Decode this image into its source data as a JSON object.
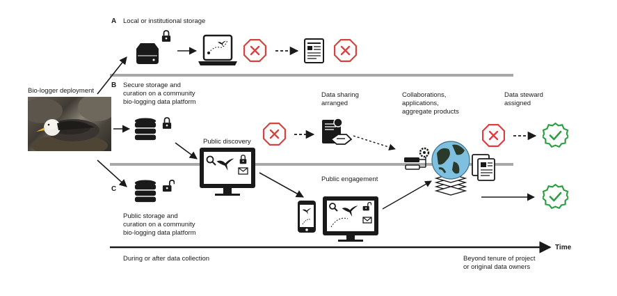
{
  "sections": {
    "a_letter": "A",
    "a_title": "Local or institutional storage",
    "b_letter": "B",
    "b_title": "Secure storage and\ncuration on a community\nbio-logging data platform",
    "c_letter": "C",
    "c_title": "Public storage and\ncuration on a community\nbio-logging data platform"
  },
  "labels": {
    "deployment": "Bio-logger deployment",
    "public_discovery": "Public discovery",
    "data_sharing": "Data sharing\narranged",
    "collaborations": "Collaborations,\napplications,\naggregate products",
    "data_steward": "Data steward\nassigned",
    "public_engagement": "Public engagement",
    "time_axis": "Time",
    "during_collection": "During or after data collection",
    "beyond_tenure": "Beyond tenure of project\nor original data owners"
  },
  "colors": {
    "fail_red": "#d94040",
    "success_green": "#2e9e44",
    "divider_gray": "#a8a8a8",
    "ink": "#1a1a1a"
  },
  "icons": [
    "hard-drive-icon",
    "locked-padlock-icon",
    "laptop-map-icon",
    "fail-x-icon",
    "document-icon",
    "database-icon",
    "unlocked-padlock-icon",
    "monitor-icon",
    "handshake-icon",
    "gears-icon",
    "globe-icon",
    "success-check-icon",
    "smartphone-icon",
    "albatross-photo"
  ]
}
